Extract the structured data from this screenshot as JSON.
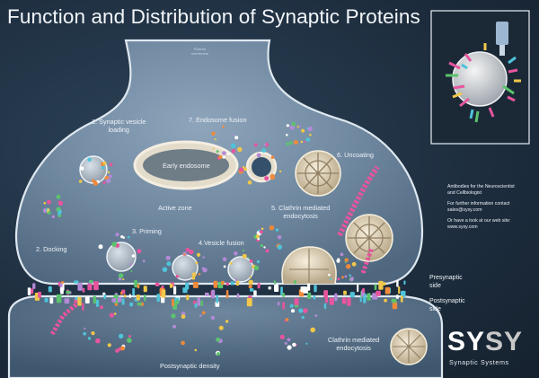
{
  "title": "Function and Distribution of Synaptic Proteins",
  "labels": {
    "plasma_membrane": "Plasma\nmembrane",
    "step1": "1. Synaptic vesicle\nloading",
    "step2": "2. Docking",
    "step3": "3. Priming",
    "step4": "4.Vesicle fusion",
    "step5": "5. Clathrin mediated\nendocytosis",
    "step6": "6. Uncoating",
    "step7": "7. Endosome fusion",
    "early_endosome": "Early endosome",
    "active_zone": "Active zone",
    "presynaptic_side": "Presynaptic\nside",
    "postsynaptic_side": "Postsynaptic\nside",
    "postsynaptic_density": "Postsynaptic density",
    "post_endocytosis": "Clathrin mediated\nendocytosis"
  },
  "side_info": {
    "line1": "Antibodies for the Neuroscientist\nand Cellbiologist",
    "line2": "For further information contact\nsales@sysy.com",
    "line3": "Or have a look at our web site:\nwww.sysy.com"
  },
  "logo": {
    "part1": "SY",
    "part2": "SY",
    "tagline": "Synaptic   Systems"
  },
  "colors": {
    "background": "#1d2c3c",
    "terminal": "#7f97ae",
    "endosome": "#e4dccb",
    "vesicle": "#9aa7b2",
    "title": "#f3f6f9",
    "pink": "#e6559e",
    "yellow": "#f0c74a",
    "green": "#5cc36d",
    "cyan": "#4fc3d9",
    "orange": "#f08a3a",
    "lilac": "#b489d6"
  },
  "icons": {
    "inset_vesicle": "synaptic-vesicle-icon",
    "clathrin_cage": "clathrin-cage-icon"
  }
}
